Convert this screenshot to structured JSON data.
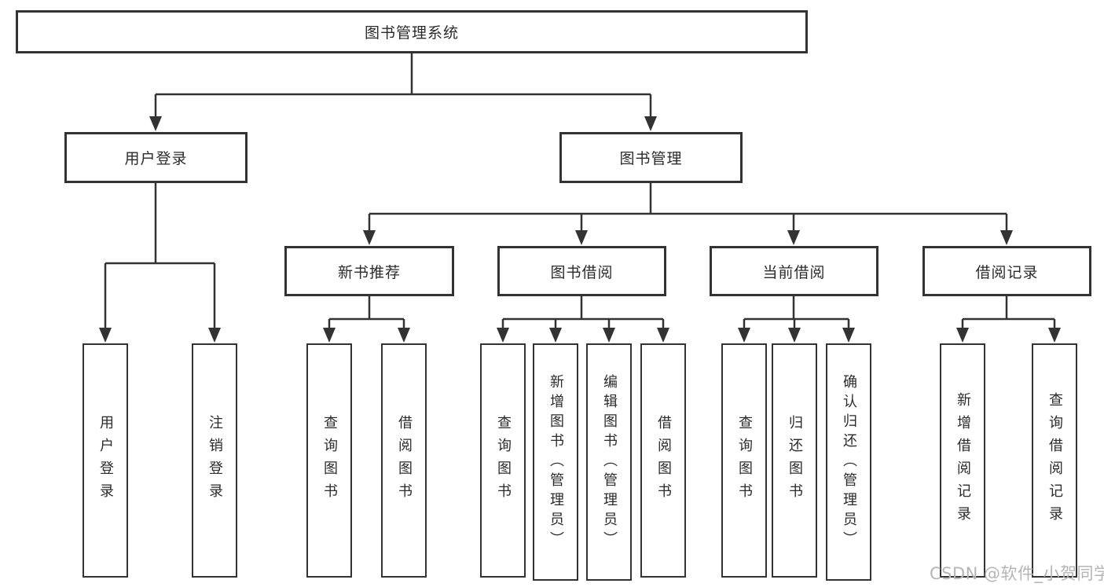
{
  "nodes": {
    "root": {
      "label": "图书管理系统"
    },
    "branches": [
      {
        "label": "用户登录",
        "children": [
          {
            "label": "用户登录"
          },
          {
            "label": "注销登录"
          }
        ]
      },
      {
        "label": "图书管理",
        "children": [
          {
            "label": "新书推荐",
            "children": [
              {
                "label": "查询图书"
              },
              {
                "label": "借阅图书"
              }
            ]
          },
          {
            "label": "图书借阅",
            "children": [
              {
                "label": "查询图书"
              },
              {
                "label": "新增图书（管理员）"
              },
              {
                "label": "编辑图书（管理员）"
              },
              {
                "label": "借阅图书"
              }
            ]
          },
          {
            "label": "当前借阅",
            "children": [
              {
                "label": "查询图书"
              },
              {
                "label": "归还图书"
              },
              {
                "label": "确认归还（管理员）"
              }
            ]
          },
          {
            "label": "借阅记录",
            "children": [
              {
                "label": "新增借阅记录"
              },
              {
                "label": "查询借阅记录"
              }
            ]
          }
        ]
      }
    ]
  },
  "watermark": {
    "text": "CSDN @软件_小贺同学"
  },
  "colors": {
    "line": "#333333",
    "box_border": "#333333",
    "box_fill": "#ffffff",
    "text": "#2b2b2b",
    "watermark": "#b5b5b5",
    "background": "#ffffff"
  }
}
